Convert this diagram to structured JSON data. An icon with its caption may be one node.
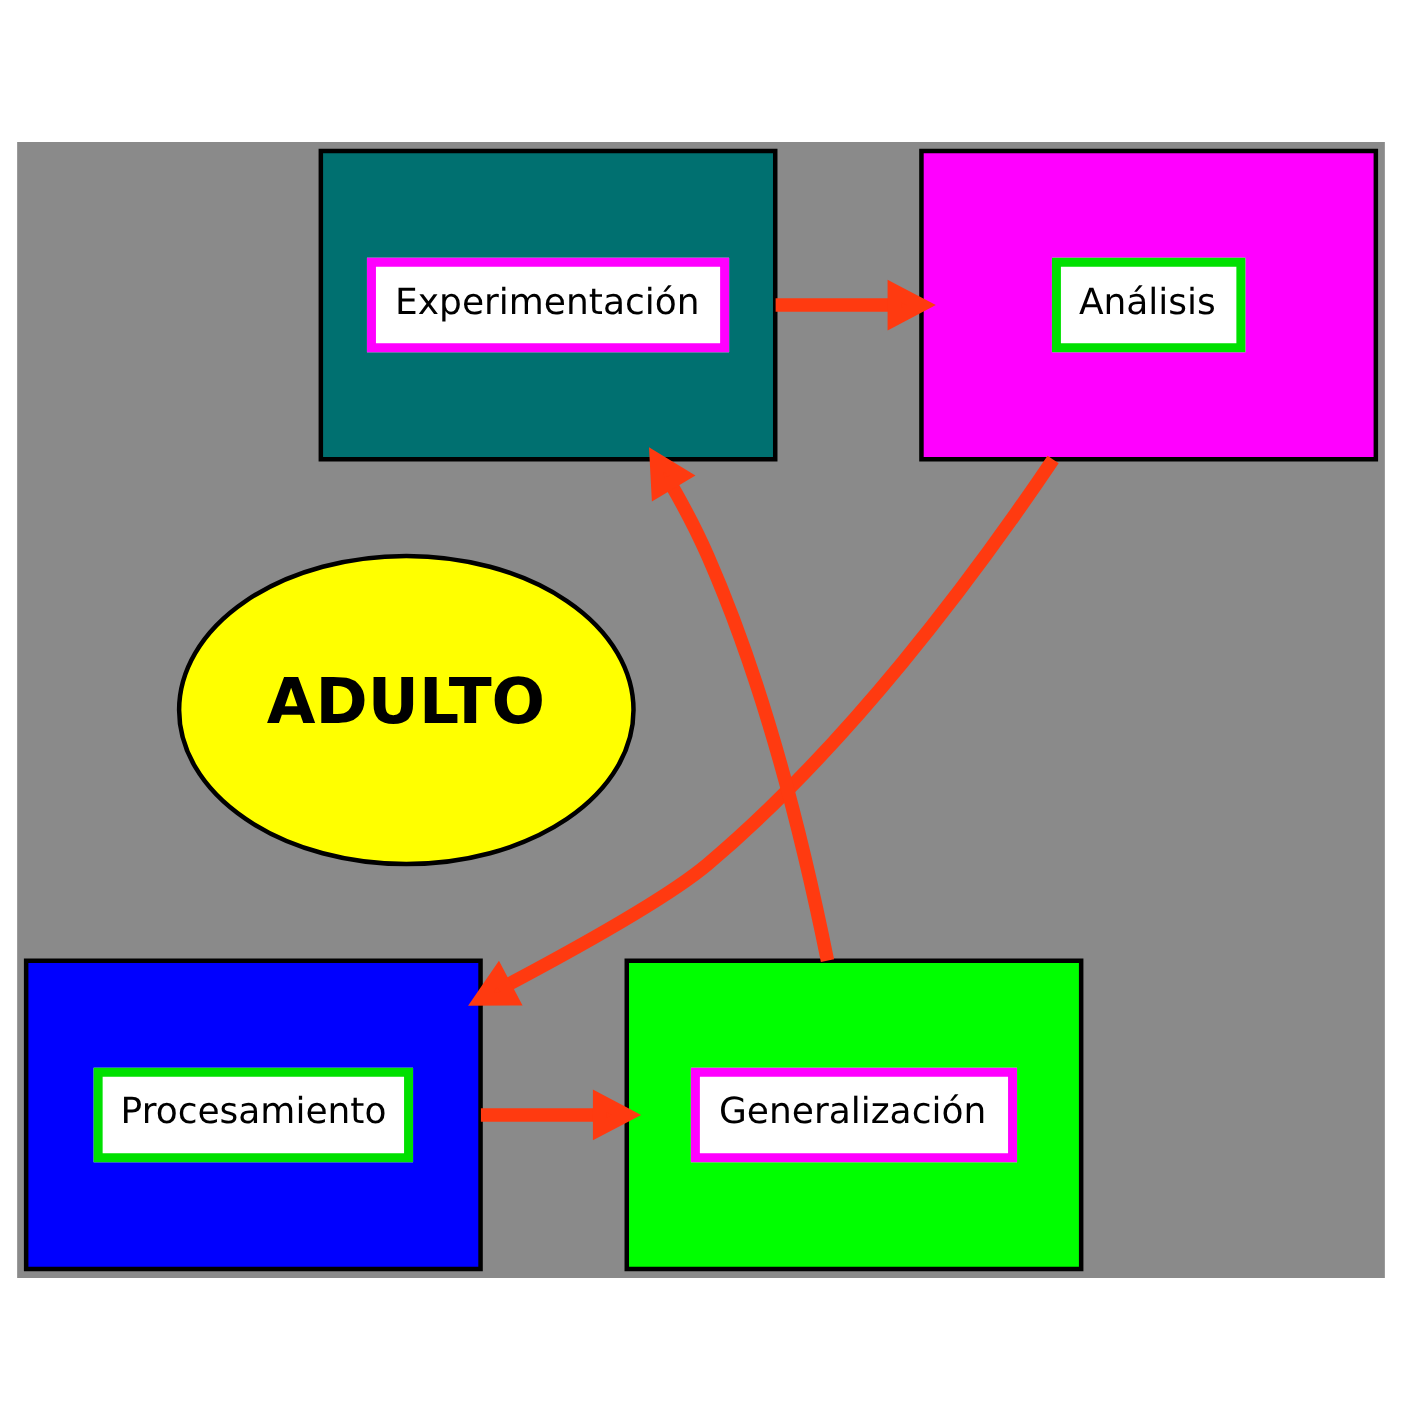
{
  "diagram": {
    "nodes": [
      {
        "text": [
          "Experimentación"
        ]
      },
      {
        "text": [
          "Análisis"
        ]
      },
      {
        "text": [
          "ADULTO"
        ]
      },
      {
        "text": [
          "Generalización"
        ]
      },
      {
        "text": [
          "Procesamiento"
        ]
      }
    ],
    "edges": [
      {
        "from": 0,
        "to": 1,
        "arrow": "to"
      },
      {
        "from": 1,
        "to": 4,
        "arrow": "to"
      },
      {
        "from": 4,
        "to": 3,
        "arrow": "to"
      },
      {
        "from": 3,
        "to": 0,
        "arrow": "to"
      }
    ]
  }
}
